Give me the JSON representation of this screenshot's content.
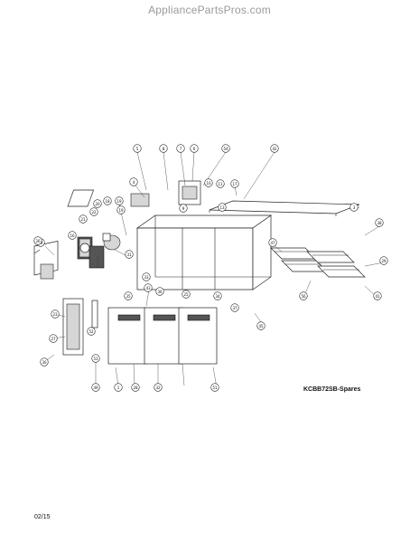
{
  "header": {
    "watermark": "AppliancePartsPros.com"
  },
  "diagram": {
    "model": "KCBB72SB-Spares",
    "date": "02/15",
    "callouts": [
      "5",
      "8",
      "7",
      "6",
      "54",
      "42",
      "4",
      "9",
      "10",
      "11",
      "17",
      "3",
      "18",
      "19",
      "19",
      "16",
      "20",
      "21",
      "22",
      "38",
      "14",
      "31",
      "13",
      "26",
      "47",
      "29",
      "41",
      "36",
      "33",
      "43",
      "35",
      "25",
      "34",
      "37",
      "45",
      "23",
      "27",
      "30",
      "51",
      "49",
      "52",
      "53",
      "32",
      "28",
      "56",
      "1"
    ]
  }
}
